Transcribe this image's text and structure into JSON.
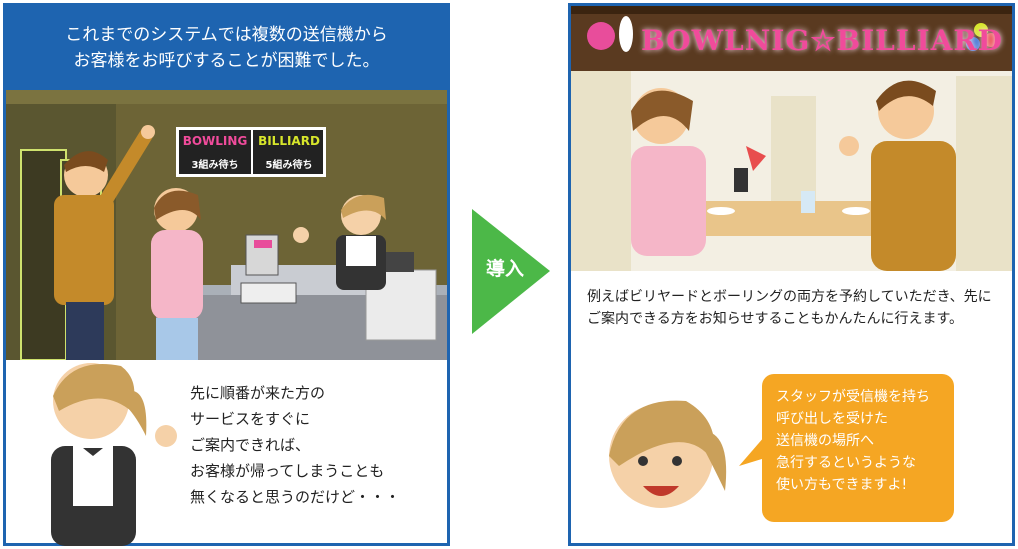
{
  "left": {
    "header_line1": "これまでのシステムでは複数の送信機から",
    "header_line2": "お客様をお呼びすることが困難でした。",
    "sign": {
      "bowling": "BOWLING",
      "billiard": "BILLIARD",
      "bowling_wait": "3組み待ち",
      "billiard_wait": "5組み待ち"
    },
    "bubble_lines": [
      "先に順番が来た方の",
      "サービスをすぐに",
      "ご案内できれば、",
      "お客様が帰ってしまうことも",
      "無くなると思うのだけど・・・"
    ]
  },
  "arrow": {
    "label": "導入"
  },
  "right": {
    "banner": "BOWLNIG☆BILLIARD",
    "description": "例えばビリヤードとボーリングの両方を予約していただき、先にご案内できる方をお知らせすることもかんたんに行えます。",
    "bubble_lines": [
      "スタッフが受信機を持ち",
      "呼び出しを受けた",
      "送信機の場所へ",
      "急行するというような",
      "使い方もできますよ!"
    ]
  },
  "colors": {
    "frame": "#1e64b0",
    "arrow": "#4cb848",
    "bubble": "#f5a623",
    "bowling_text": "#f04b9b",
    "billiard_text": "#d7e62b"
  }
}
